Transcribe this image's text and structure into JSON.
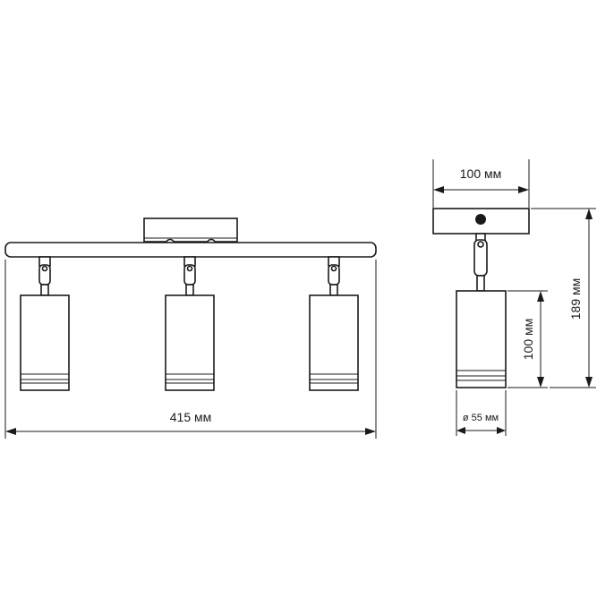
{
  "dimensions": {
    "total_width": "415 мм",
    "base_width": "100 мм",
    "total_height": "189 мм",
    "shade_height": "100 мм",
    "shade_diameter": "ø 55 мм"
  }
}
